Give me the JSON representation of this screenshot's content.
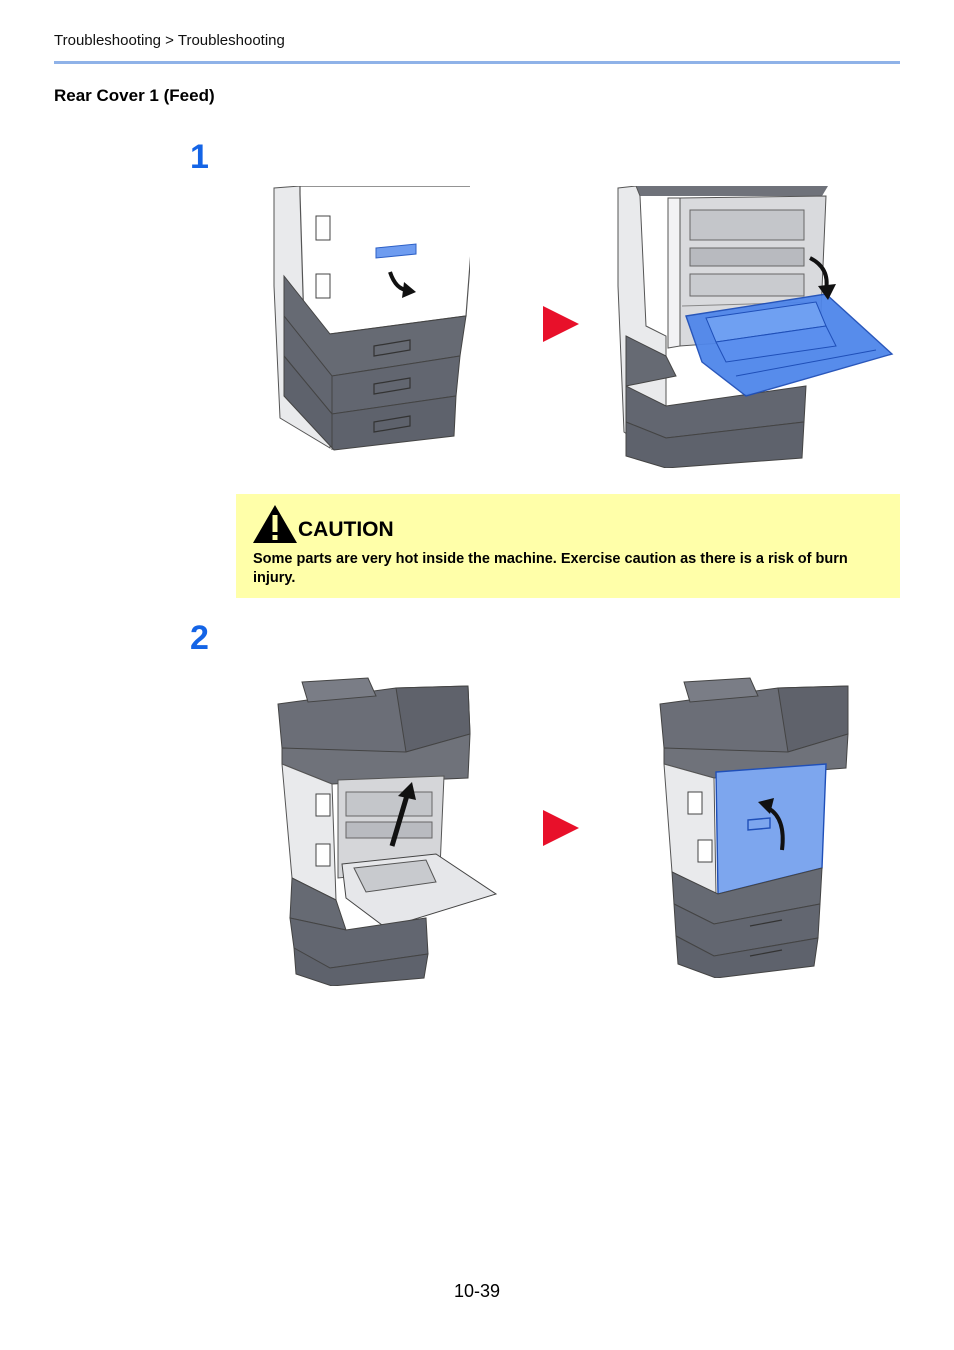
{
  "header": {
    "breadcrumb": "Troubleshooting > Troubleshooting"
  },
  "section": {
    "title": "Rear Cover 1 (Feed)"
  },
  "steps": [
    {
      "number": "1"
    },
    {
      "number": "2"
    }
  ],
  "caution": {
    "title": "CAUTION",
    "text": "Some parts are very hot inside the machine. Exercise caution as there is a risk of burn injury."
  },
  "footer": {
    "page_number": "10-39"
  },
  "colors": {
    "accent_blue": "#1464e6",
    "rule_blue": "#8fb2e8",
    "caution_bg": "#ffffa9",
    "arrow_red": "#e8102a",
    "cover_blue": "#4f86ea"
  }
}
